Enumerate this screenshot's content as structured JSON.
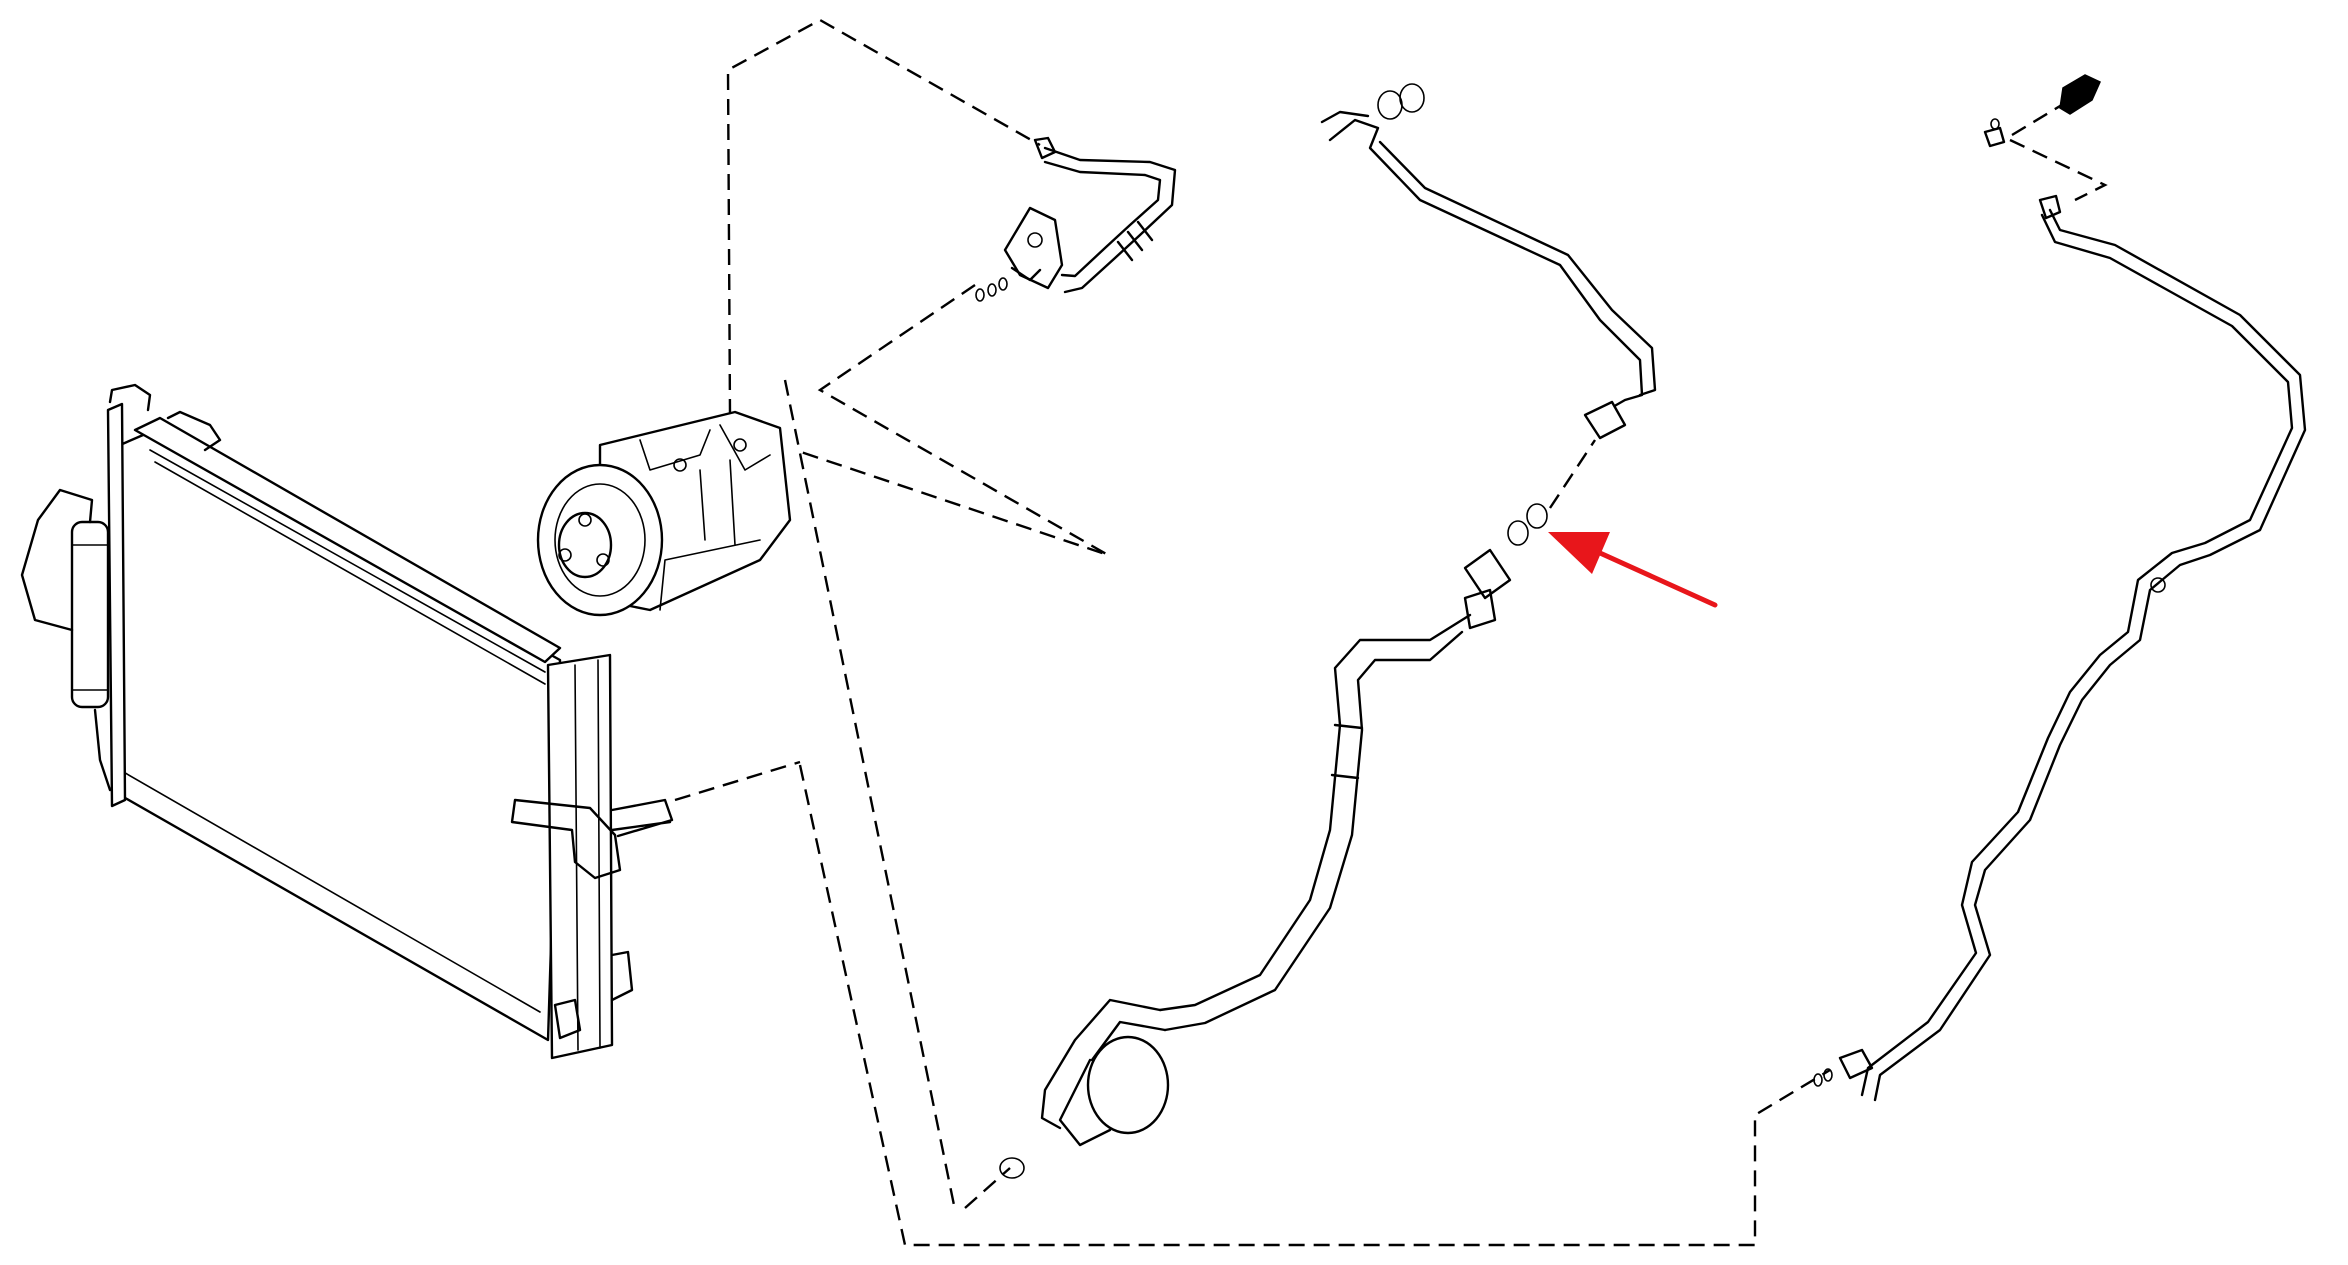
{
  "diagram": {
    "kind": "exploded parts drawing",
    "parts": [
      "condenser",
      "compressor",
      "suction-hose",
      "discharge-hose",
      "liquid-pipe",
      "o-rings",
      "receiver-drier"
    ],
    "highlight": {
      "color": "#e8161b",
      "points_to": "o-ring"
    },
    "line_color": "#000000",
    "background": "#ffffff"
  }
}
